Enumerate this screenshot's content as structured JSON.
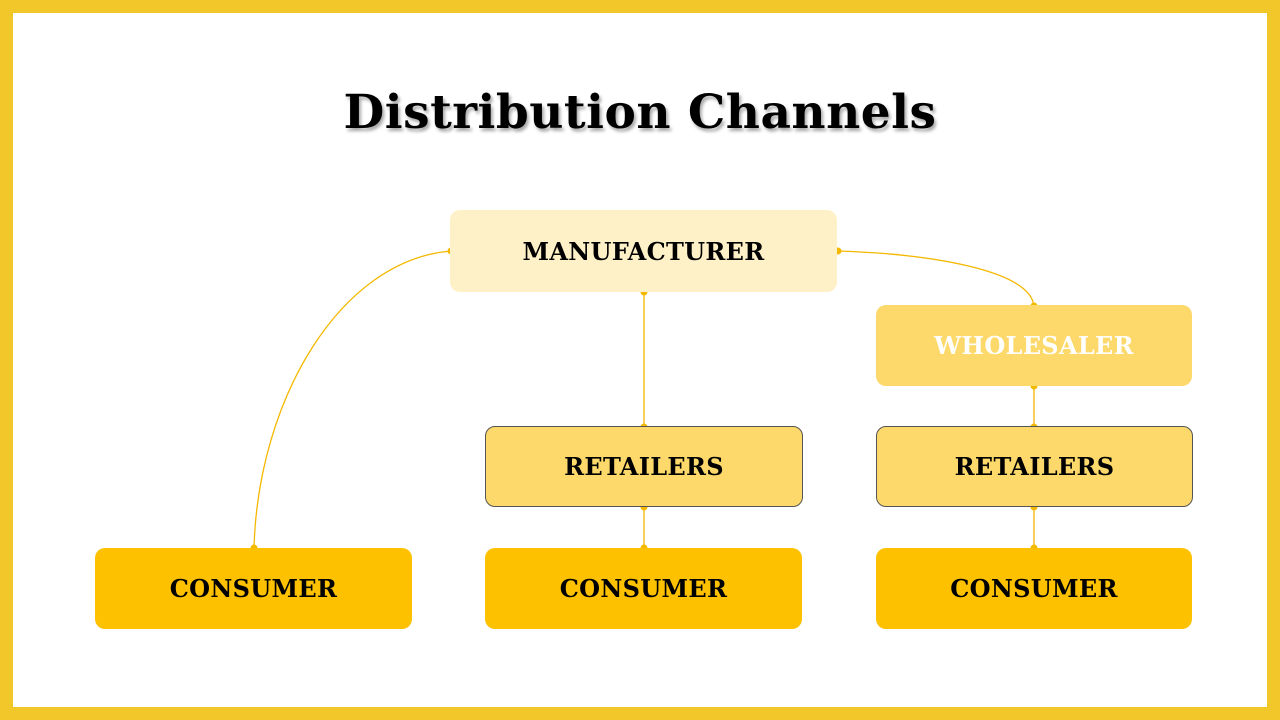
{
  "title": "Distribution Channels",
  "colors": {
    "frame": "#f1c72a",
    "manufacturer": "#fff1c7",
    "wholesaler": "#fcd96a",
    "retailers": "#fcd96a",
    "consumer": "#fdc100",
    "connector": "#f5b800"
  },
  "nodes": {
    "manufacturer": "MANUFACTURER",
    "wholesaler": "WHOLESALER",
    "retailers_center": "RETAILERS",
    "retailers_right": "RETAILERS",
    "consumer_left": "CONSUMER",
    "consumer_center": "CONSUMER",
    "consumer_right": "CONSUMER"
  },
  "edges": [
    [
      "manufacturer",
      "consumer_left"
    ],
    [
      "manufacturer",
      "retailers_center"
    ],
    [
      "manufacturer",
      "wholesaler"
    ],
    [
      "retailers_center",
      "consumer_center"
    ],
    [
      "wholesaler",
      "retailers_right"
    ],
    [
      "retailers_right",
      "consumer_right"
    ]
  ]
}
